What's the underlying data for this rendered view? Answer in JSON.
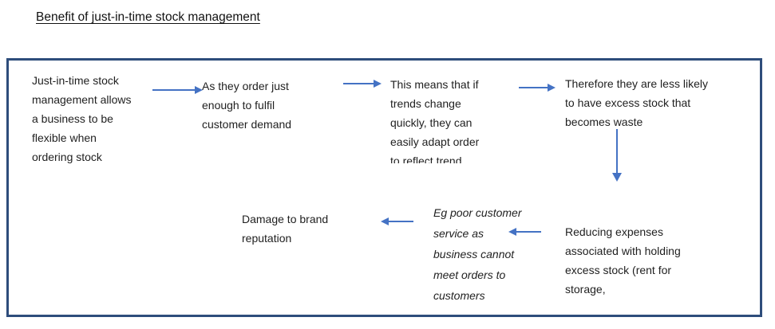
{
  "title": "Benefit of just-in-time stock management",
  "colors": {
    "arrow": "#4472C4",
    "box_border": "#2E4D7B",
    "text": "#1F1F1F"
  },
  "diagram": {
    "step1": "Just-in-time stock\nmanagement allows\na business to be\nflexible when\nordering stock",
    "step2": "As they order just\nenough to fulfil\ncustomer demand",
    "step3": "This means that if\ntrends change\nquickly, they can\neasily adapt order\nto reflect trend",
    "step4": "Therefore they are less likely\nto have excess stock that\nbecomes waste",
    "step5": "Reducing expenses\nassociated with holding\nexcess stock (rent for\nstorage,",
    "step6": "Eg poor customer\nservice as\nbusiness cannot\nmeet orders to\ncustomers",
    "step7": "Damage to brand\nreputation"
  }
}
